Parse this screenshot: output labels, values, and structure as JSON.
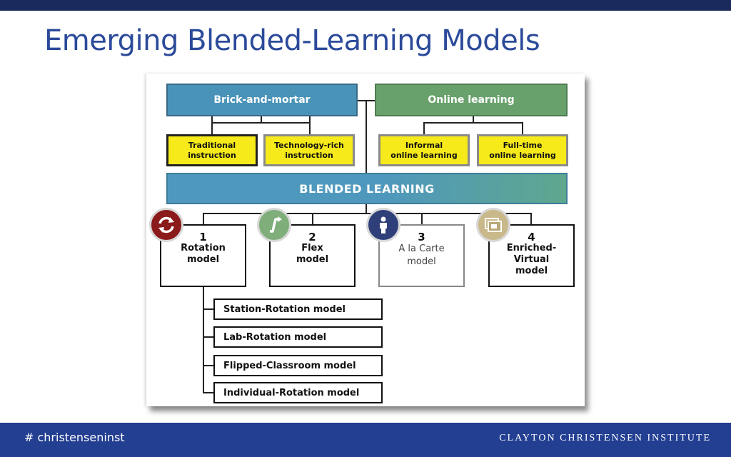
{
  "slide": {
    "title": "Emerging Blended-Learning Models",
    "footer_hashtag": "# christenseninst",
    "footer_brand": "CLAYTON  CHRISTENSEN  INSTITUTE"
  },
  "diagram": {
    "brick_and_mortar": "Brick-and-mortar",
    "online_learning": "Online learning",
    "traditional": [
      "Traditional",
      "instruction"
    ],
    "tech_rich": [
      "Technology-rich",
      "instruction"
    ],
    "informal": [
      "Informal",
      "online learning"
    ],
    "fulltime": [
      "Full-time",
      "online learning"
    ],
    "blended": "BLENDED LEARNING",
    "models": [
      {
        "num": "1",
        "lines": [
          "Rotation",
          "model"
        ],
        "icon": "rotation-icon"
      },
      {
        "num": "2",
        "lines": [
          "Flex",
          "model"
        ],
        "icon": "flex-icon"
      },
      {
        "num": "3",
        "lines": [
          "A la Carte",
          "model"
        ],
        "icon": "person-icon"
      },
      {
        "num": "4",
        "lines": [
          "Enriched-",
          "Virtual",
          "model"
        ],
        "icon": "screens-icon"
      }
    ],
    "rotation_submodels": [
      "Station-Rotation model",
      "Lab-Rotation model",
      "Flipped-Classroom model",
      "Individual-Rotation model"
    ]
  },
  "colors": {
    "top_bar": "#1a2a5c",
    "title": "#2b4a9a",
    "footer_bar": "#233f92",
    "brick": "#4a93b8",
    "online": "#69a16c",
    "yellow": "#f6ea1a",
    "rotation_circle": "#8b1a1a",
    "flex_circle": "#7fae7a",
    "person_circle": "#2f3f7a",
    "screens_circle": "#c9b98a"
  }
}
